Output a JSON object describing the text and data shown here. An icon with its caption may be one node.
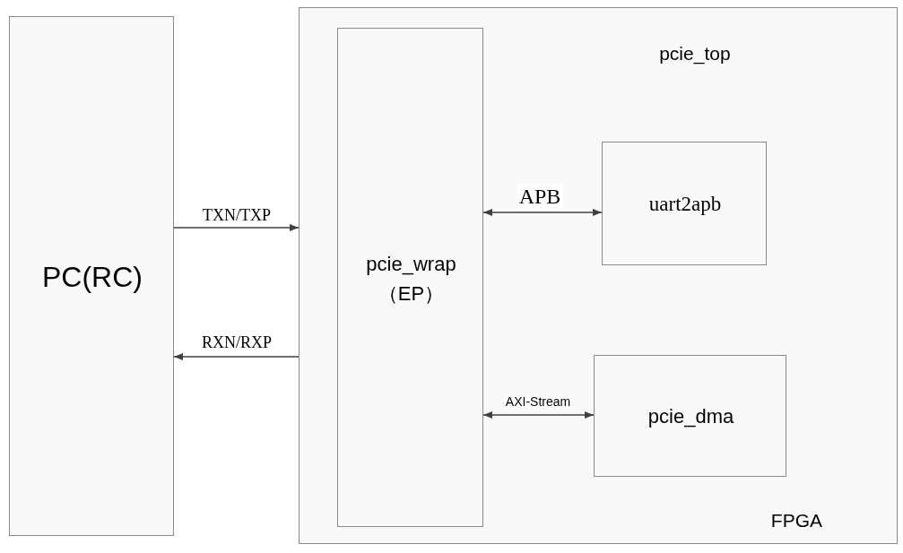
{
  "diagram": {
    "nodes": [
      {
        "text": [
          "PC(RC)"
        ]
      },
      {
        "text": [
          "pcie_top",
          "FPGA"
        ]
      },
      {
        "text": [
          "pcie_wrap （EP）"
        ],
        "in": 1
      },
      {
        "text": [
          "uart2apb"
        ],
        "in": 1
      },
      {
        "text": [
          "pcie_dma"
        ],
        "in": 1
      }
    ],
    "edges": [
      {
        "from": 0,
        "to": 1,
        "arrow": "to",
        "label": "TXN/TXP"
      },
      {
        "from": 1,
        "to": 0,
        "arrow": "to",
        "label": "RXN/RXP"
      },
      {
        "from": 2,
        "to": 3,
        "arrow": "both",
        "label": "APB"
      },
      {
        "from": 2,
        "to": 4,
        "arrow": "both",
        "label": "AXI-Stream"
      }
    ]
  }
}
